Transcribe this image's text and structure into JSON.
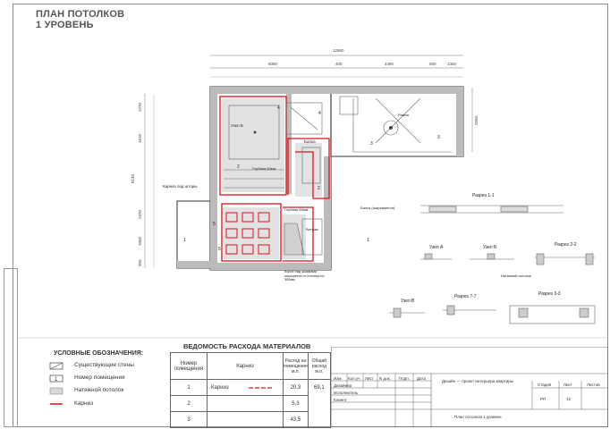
{
  "sheet": {
    "title_line1": "ПЛАН ПОТОЛКОВ",
    "title_line2": "1 УРОВЕНЬ"
  },
  "plan": {
    "dims_top": [
      "12860",
      "6080",
      "400",
      "4480",
      "550",
      "1350"
    ],
    "dims_left": [
      "1270",
      "1810",
      "8140",
      "1970",
      "1050",
      "350"
    ],
    "dim_right": "2650",
    "rooms": [
      "Узел Б",
      "Глубина 60мм",
      "Балка",
      "Карниз под шторы",
      "Глубина 60мм",
      "Витраж",
      "Балка (закрывается)",
      "Рампа",
      "Короб над шкафами опускается от потолка на 350мм"
    ],
    "marks": [
      "1",
      "1",
      "2",
      "2",
      "3",
      "3",
      "4",
      "4",
      "5",
      "5"
    ]
  },
  "sections": {
    "s11": "Разрез 1-1",
    "uzelA": "Узел А",
    "uzelB": "Узел Б",
    "s22": "Разрез 2-2",
    "s22_note": "Натяжной потолок",
    "uzelV": "Узел В",
    "s77": "Разрез 7-7",
    "s33": "Разрез 3-3"
  },
  "legend": {
    "title": "УСЛОВНЫЕ ОБОЗНАЧЕНИЯ:",
    "items": [
      {
        "label": "Существующие стены"
      },
      {
        "label": "Номер помещения",
        "symbol": "1"
      },
      {
        "label": "Натяжной потолок"
      },
      {
        "label": "Карниз"
      }
    ]
  },
  "vedomost": {
    "title": "ВЕДОМОСТЬ РАСХОДА МАТЕРИАЛОВ",
    "headers": {
      "room_no": "Номер помещения",
      "karniz": "Карниз",
      "rashod": "Расход на помещение м.п.",
      "total": "Общий расход м.п."
    },
    "rows": [
      {
        "no": "1",
        "name": "Карниз",
        "rashod": "20,3",
        "total": "69,1"
      },
      {
        "no": "2",
        "name": "",
        "rashod": "5,3",
        "total": ""
      },
      {
        "no": "3",
        "name": "",
        "rashod": "43,5",
        "total": ""
      }
    ]
  },
  "stamp": {
    "cols": [
      "Изм.",
      "Кол.уч",
      "Лист",
      "N док.",
      "Подп.",
      "Дата"
    ],
    "roles": [
      "Дизайнер",
      "Исполнитель",
      "Клиент"
    ],
    "project": "Дизайн — проект интерьера квартиры",
    "sheet_name": "План потолков 1 уровень",
    "stage_label": "Стадия",
    "sheet_label": "Лист",
    "sheets_label": "Листов",
    "stage": "РП",
    "sheet": "12"
  },
  "colors": {
    "karniz": "#d7141a",
    "stretch_ceiling": "#d9d9d9",
    "walls": "#555555"
  }
}
